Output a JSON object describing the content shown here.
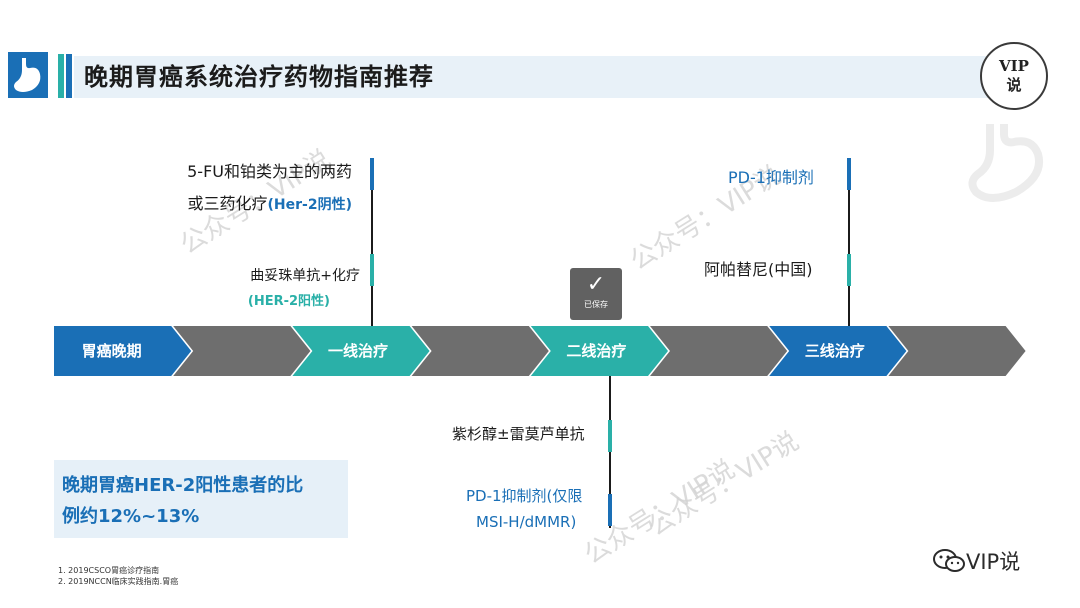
{
  "header": {
    "title": "晚期胃癌系统治疗药物指南推荐",
    "vip_line1": "VIP",
    "vip_line2": "说"
  },
  "timeline": [
    {
      "label": "胃癌晚期",
      "color": "#1a6fb6",
      "labeled": true
    },
    {
      "label": "",
      "color": "#6e6e6e",
      "labeled": false
    },
    {
      "label": "一线治疗",
      "color": "#2ab0a8",
      "labeled": true
    },
    {
      "label": "",
      "color": "#6e6e6e",
      "labeled": false
    },
    {
      "label": "二线治疗",
      "color": "#2ab0a8",
      "labeled": true
    },
    {
      "label": "",
      "color": "#6e6e6e",
      "labeled": false
    },
    {
      "label": "三线治疗",
      "color": "#1a6fb6",
      "labeled": true
    },
    {
      "label": "",
      "color": "#6e6e6e",
      "labeled": false
    }
  ],
  "first_line": {
    "regimen1_line1": "5-FU和铂类为主的两药",
    "regimen1_line2": "或三药化疗",
    "regimen1_note": "(Her-2阴性)",
    "regimen2": "曲妥珠单抗+化疗",
    "regimen2_note": "(HER-2阳性)"
  },
  "second_line": {
    "regimen1": "紫杉醇±雷莫芦单抗",
    "regimen2_line1": "PD-1抑制剂(仅限",
    "regimen2_line2": "MSI-H/dMMR)"
  },
  "third_line": {
    "regimen1": "PD-1抑制剂",
    "regimen2": "阿帕替尼(中国)"
  },
  "info_box": {
    "line1": "晚期胃癌HER-2阳性患者的比",
    "line2": "例约12%~13%"
  },
  "saved_badge": {
    "check": "✓",
    "text": "已保存"
  },
  "references": [
    "1. 2019CSCO胃癌诊疗指南",
    "2. 2019NCCN临床实践指南.胃癌"
  ],
  "watermarks": [
    "公众号：VIP说",
    "公众号：VIP说",
    "公众号：VIP说",
    "公众号：VIP说"
  ],
  "brand": "VIP说",
  "colors": {
    "blue": "#1a6fb6",
    "teal": "#2ab0a8",
    "gray": "#6e6e6e"
  }
}
